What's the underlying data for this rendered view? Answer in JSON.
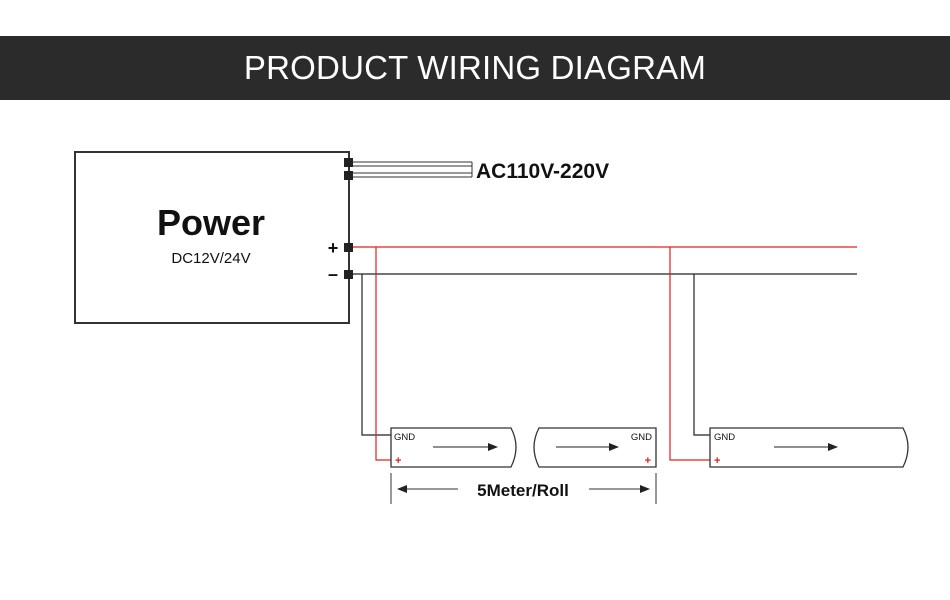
{
  "header": {
    "title": "PRODUCT WIRING DIAGRAM"
  },
  "power_supply": {
    "label": "Power",
    "voltage": "DC12V/24V",
    "positive_terminal": "+",
    "negative_terminal": "–"
  },
  "ac_input": {
    "label": "AC110V-220V"
  },
  "strips": [
    {
      "gnd_label": "GND",
      "plus_label": "+"
    },
    {
      "gnd_label": "GND",
      "plus_label": "+"
    },
    {
      "gnd_label": "GND",
      "plus_label": "+"
    }
  ],
  "length_label": "5Meter/Roll",
  "colors": {
    "header_bg": "#2b2b2b",
    "positive_wire": "#e02020",
    "negative_wire": "#222222"
  }
}
